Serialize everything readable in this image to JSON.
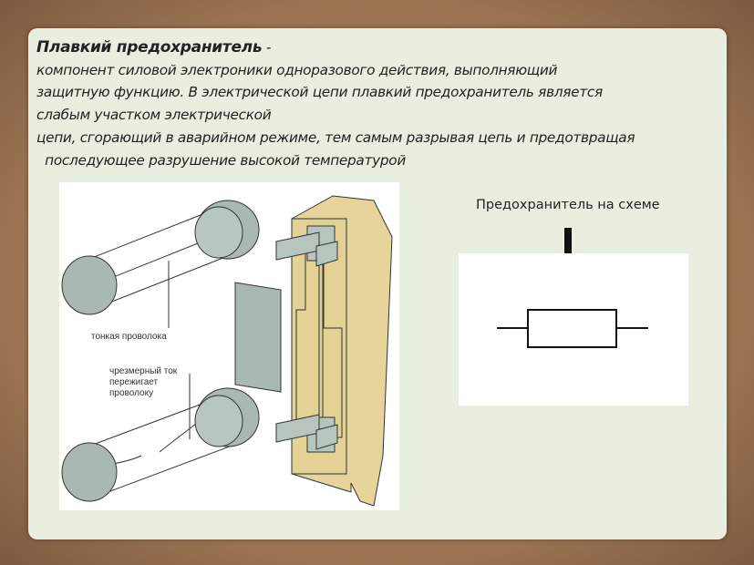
{
  "heading": {
    "title": "Плавкий предохранитель",
    "dash": " -",
    "lines": [
      "компонент силовой электроники одноразового действия, выполняющий",
      "защитную функцию. В электрической цепи плавкий предохранитель является",
      "слабым участком электрической",
      "цепи, сгорающий в аварийном режиме, тем самым разрывая цепь и предотвращая",
      "  последующее разрушение высокой температурой"
    ]
  },
  "illustration": {
    "label_wire": "тонкая проволока",
    "label_overcurrent": [
      "чрезмерный ток",
      "пережигает",
      "проволоку"
    ]
  },
  "schematic": {
    "caption": "Предохранитель на схеме"
  },
  "colors": {
    "frame": "#a67c5b",
    "panel": "#e8efe1",
    "cap": "#a9b8b2",
    "holder": "#e6d49a"
  }
}
